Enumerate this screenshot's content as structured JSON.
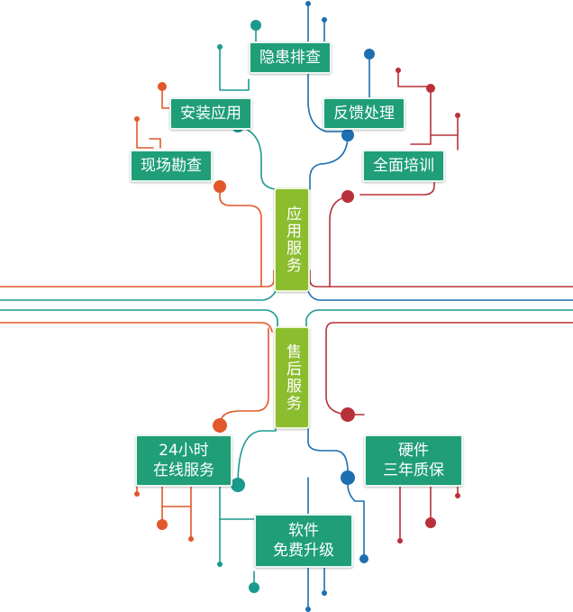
{
  "colors": {
    "teal": "#1f9e78",
    "lime": "#8bbd2f",
    "orange": "#e0582b",
    "red": "#b8303a",
    "blue": "#1c6fb0",
    "cyan": "#1a9a8f"
  },
  "hubs": {
    "top": "应用服务",
    "bottom": "售后服务"
  },
  "nodes": {
    "hidden_check": "隐患排查",
    "install_app": "安装应用",
    "site_survey": "现场勘查",
    "feedback": "反馈处理",
    "training": "全面培训",
    "online_service": "24小时\n在线服务",
    "hardware_warranty": "硬件\n三年质保",
    "software_upgrade": "软件\n免费升级"
  }
}
